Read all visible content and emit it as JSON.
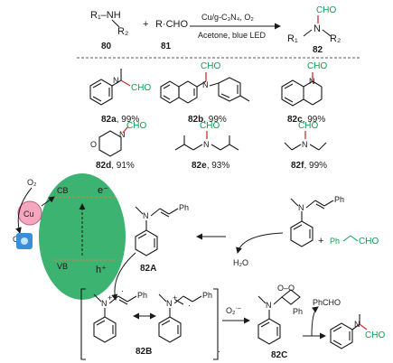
{
  "colors": {
    "cho": "#10a050",
    "highlight_bond": "#d0312d",
    "catalyst_ellipse": "#3cb371",
    "cu_circle": "#f5a7c0",
    "band_marker": "#e07b39"
  },
  "reaction": {
    "reactant_amine_label": "R₁–NH",
    "reactant_amine_sub": "R₂",
    "plus": "+",
    "aldehyde": "R·CHO",
    "conditions_top": "Cu/g-C₃N₄, O₂",
    "conditions_bottom": "Acetone, blue LED",
    "product_cho": "CHO",
    "product_r1": "R₁",
    "product_r2": "R₂",
    "compound_80": "80",
    "compound_81": "81",
    "compound_82": "82"
  },
  "products": [
    {
      "id": "82a",
      "yield": ", 99%"
    },
    {
      "id": "82b",
      "yield": ", 99%"
    },
    {
      "id": "82c",
      "yield": ", 99%"
    },
    {
      "id": "82d",
      "yield": ", 91%"
    },
    {
      "id": "82e",
      "yield": ", 93%"
    },
    {
      "id": "82f",
      "yield": ", 99%"
    }
  ],
  "mechanism": {
    "o2": "O₂",
    "o2_radical": "O₂",
    "o2_radical_charge": "·–",
    "cu": "Cu",
    "cb": "CB",
    "vb": "VB",
    "e_minus": "e⁻",
    "h_plus": "h⁺",
    "water": "H₂O",
    "plus": "+",
    "ph": "Ph",
    "cho": "CHO",
    "n_plus": "N",
    "plus_sign": "+",
    "dot": "·",
    "o_o": "O–O",
    "o2_step": "O₂",
    "o2_step_charge": "·–",
    "phcho": "PhCHO",
    "label_82A": "82A",
    "label_82B": "82B",
    "label_82C": "82C"
  }
}
